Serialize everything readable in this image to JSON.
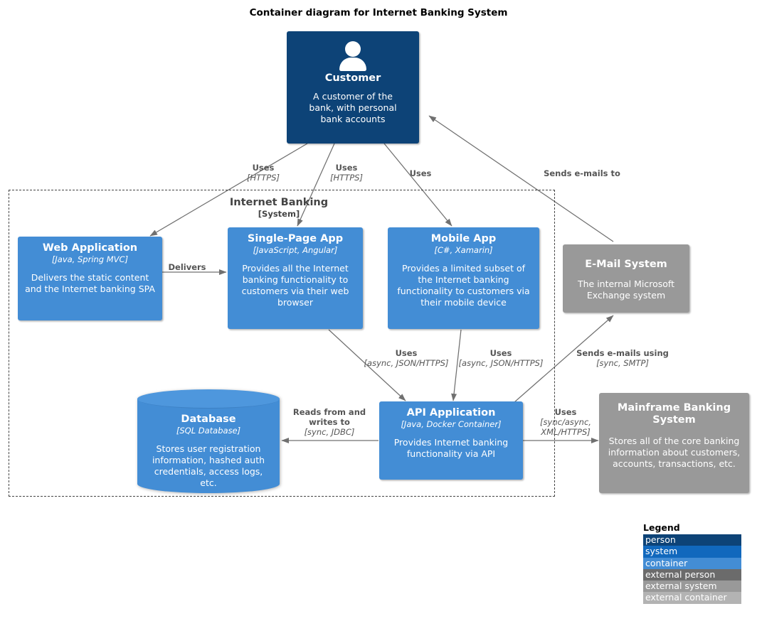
{
  "title": "Container diagram for Internet Banking System",
  "colors": {
    "person": "#0d4377",
    "system": "#1168bd",
    "container": "#438dd5",
    "external_person": "#6b6b6b",
    "external_system": "#999999",
    "external_container": "#b3b3b3",
    "edge": "#707070",
    "boundary": "#444444",
    "label_text": "#555555"
  },
  "boundary": {
    "name": "Internet Banking",
    "type": "[System]"
  },
  "nodes": {
    "customer": {
      "title": "Customer",
      "tech": "",
      "desc": "A customer of the bank, with personal bank accounts",
      "kind": "person",
      "icon": "person-icon"
    },
    "web_application": {
      "title": "Web Application",
      "tech": "[Java, Spring MVC]",
      "desc": "Delivers the static content and the Internet banking SPA",
      "kind": "container"
    },
    "single_page_app": {
      "title": "Single-Page App",
      "tech": "[JavaScript, Angular]",
      "desc": "Provides all the Internet banking functionality to customers via their web browser",
      "kind": "container"
    },
    "mobile_app": {
      "title": "Mobile App",
      "tech": "[C#, Xamarin]",
      "desc": "Provides a limited subset of the Internet banking functionality to customers via their mobile device",
      "kind": "container"
    },
    "email_system": {
      "title": "E-Mail System",
      "tech": "",
      "desc": "The internal Microsoft Exchange system",
      "kind": "external-system"
    },
    "database": {
      "title": "Database",
      "tech": "[SQL Database]",
      "desc": "Stores user registration information, hashed auth credentials, access logs, etc.",
      "kind": "container-cylinder"
    },
    "api_application": {
      "title": "API Application",
      "tech": "[Java, Docker Container]",
      "desc": "Provides Internet banking functionality via API",
      "kind": "container"
    },
    "mainframe_banking_system": {
      "title": "Mainframe Banking System",
      "tech": "",
      "desc": "Stores all of the core banking information about customers, accounts, transactions, etc.",
      "kind": "external-system"
    }
  },
  "edges": [
    {
      "id": "customer-to-web-application",
      "text": "Uses",
      "tech": "[HTTPS]"
    },
    {
      "id": "customer-to-single-page-app",
      "text": "Uses",
      "tech": "[HTTPS]"
    },
    {
      "id": "customer-to-mobile-app",
      "text": "Uses",
      "tech": ""
    },
    {
      "id": "email-system-to-customer",
      "text": "Sends e-mails to",
      "tech": ""
    },
    {
      "id": "web-application-to-single-page-app",
      "text": "Delivers",
      "tech": ""
    },
    {
      "id": "single-page-app-to-api-application",
      "text": "Uses",
      "tech": "[async, JSON/HTTPS]"
    },
    {
      "id": "mobile-app-to-api-application",
      "text": "Uses",
      "tech": "[async, JSON/HTTPS]"
    },
    {
      "id": "api-application-to-email-system",
      "text": "Sends e-mails using",
      "tech": "[sync, SMTP]"
    },
    {
      "id": "api-application-to-database",
      "text": "Reads from and writes to",
      "tech": "[sync, JDBC]"
    },
    {
      "id": "api-application-to-mainframe",
      "text": "Uses",
      "tech_line1": "[sync/async,",
      "tech_line2": "XML/HTTPS]"
    }
  ],
  "legend": {
    "title": "Legend",
    "rows": [
      {
        "label": "person",
        "color": "#0d4377"
      },
      {
        "label": "system",
        "color": "#1168bd"
      },
      {
        "label": "container",
        "color": "#438dd5"
      },
      {
        "label": "external person",
        "color": "#6b6b6b"
      },
      {
        "label": "external system",
        "color": "#999999"
      },
      {
        "label": "external container",
        "color": "#b3b3b3"
      }
    ]
  }
}
